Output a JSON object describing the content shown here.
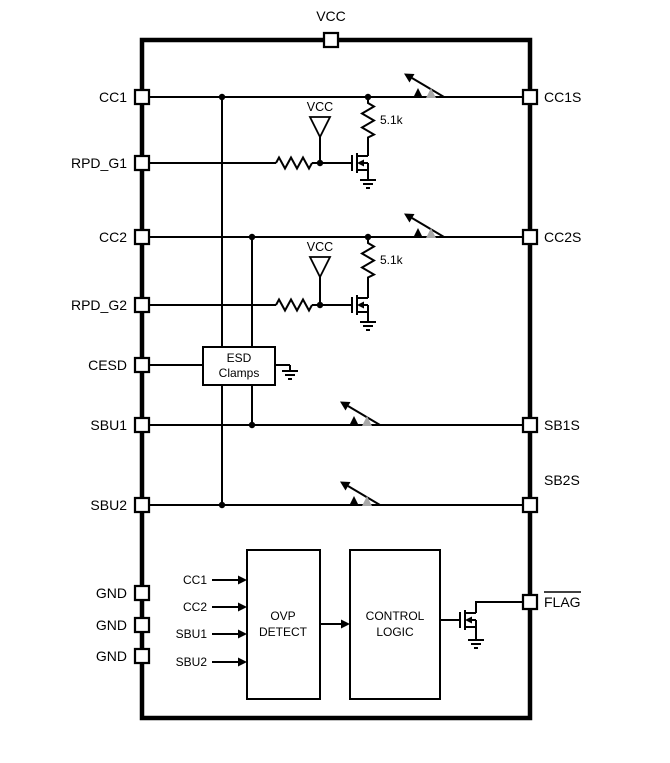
{
  "colors": {
    "line": "#000000",
    "switch_alt_contact": "#a8a8a8",
    "background": "#ffffff"
  },
  "pins": {
    "top": {
      "label": "VCC"
    },
    "left": [
      {
        "label": "CC1"
      },
      {
        "label": "RPD_G1"
      },
      {
        "label": "CC2"
      },
      {
        "label": "RPD_G2"
      },
      {
        "label": "CESD"
      },
      {
        "label": "SBU1"
      },
      {
        "label": "SBU2"
      },
      {
        "label": "GND"
      },
      {
        "label": "GND"
      },
      {
        "label": "GND"
      }
    ],
    "right": [
      {
        "label": "CC1S"
      },
      {
        "label": "CC2S"
      },
      {
        "label": "SB1S"
      },
      {
        "label": "SB2S"
      },
      {
        "label": "FLAG",
        "overline": true
      }
    ]
  },
  "internal": {
    "pullup1": {
      "supply": "VCC",
      "resistor": "5.1k"
    },
    "pullup2": {
      "supply": "VCC",
      "resistor": "5.1k"
    },
    "esd": {
      "line1": "ESD",
      "line2": "Clamps"
    },
    "ovp": {
      "line1": "OVP",
      "line2": "DETECT",
      "inputs": [
        "CC1",
        "CC2",
        "SBU1",
        "SBU2"
      ]
    },
    "logic": {
      "line1": "CONTROL",
      "line2": "LOGIC"
    }
  }
}
